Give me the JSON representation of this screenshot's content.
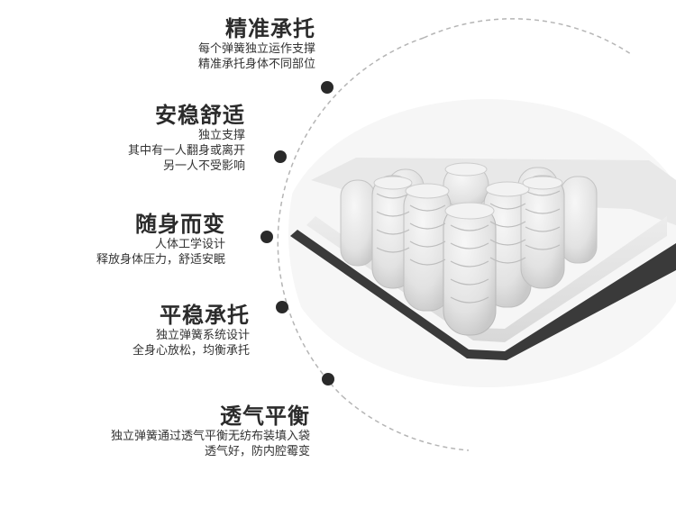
{
  "colors": {
    "title": "#2b2b2b",
    "text": "#333333",
    "dot": "#2a2a2a",
    "arc": "#b5b5b5",
    "spring": "#eeeeee"
  },
  "features": [
    {
      "title": "精准承托",
      "lines": [
        "每个弹簧独立运作支撑",
        "精准承托身体不同部位"
      ]
    },
    {
      "title": "安稳舒适",
      "lines": [
        "独立支撑",
        "其中有一人翻身或离开",
        "另一人不受影响"
      ]
    },
    {
      "title": "随身而变",
      "lines": [
        "人体工学设计",
        "释放身体压力，舒适安眠"
      ]
    },
    {
      "title": "平稳承托",
      "lines": [
        "独立弹簧系统设计",
        "全身心放松，均衡承托"
      ]
    },
    {
      "title": "透气平衡",
      "lines": [
        "独立弹簧通过透气平衡无纺布装填入袋",
        "透气好，防内腔霉变"
      ]
    }
  ]
}
